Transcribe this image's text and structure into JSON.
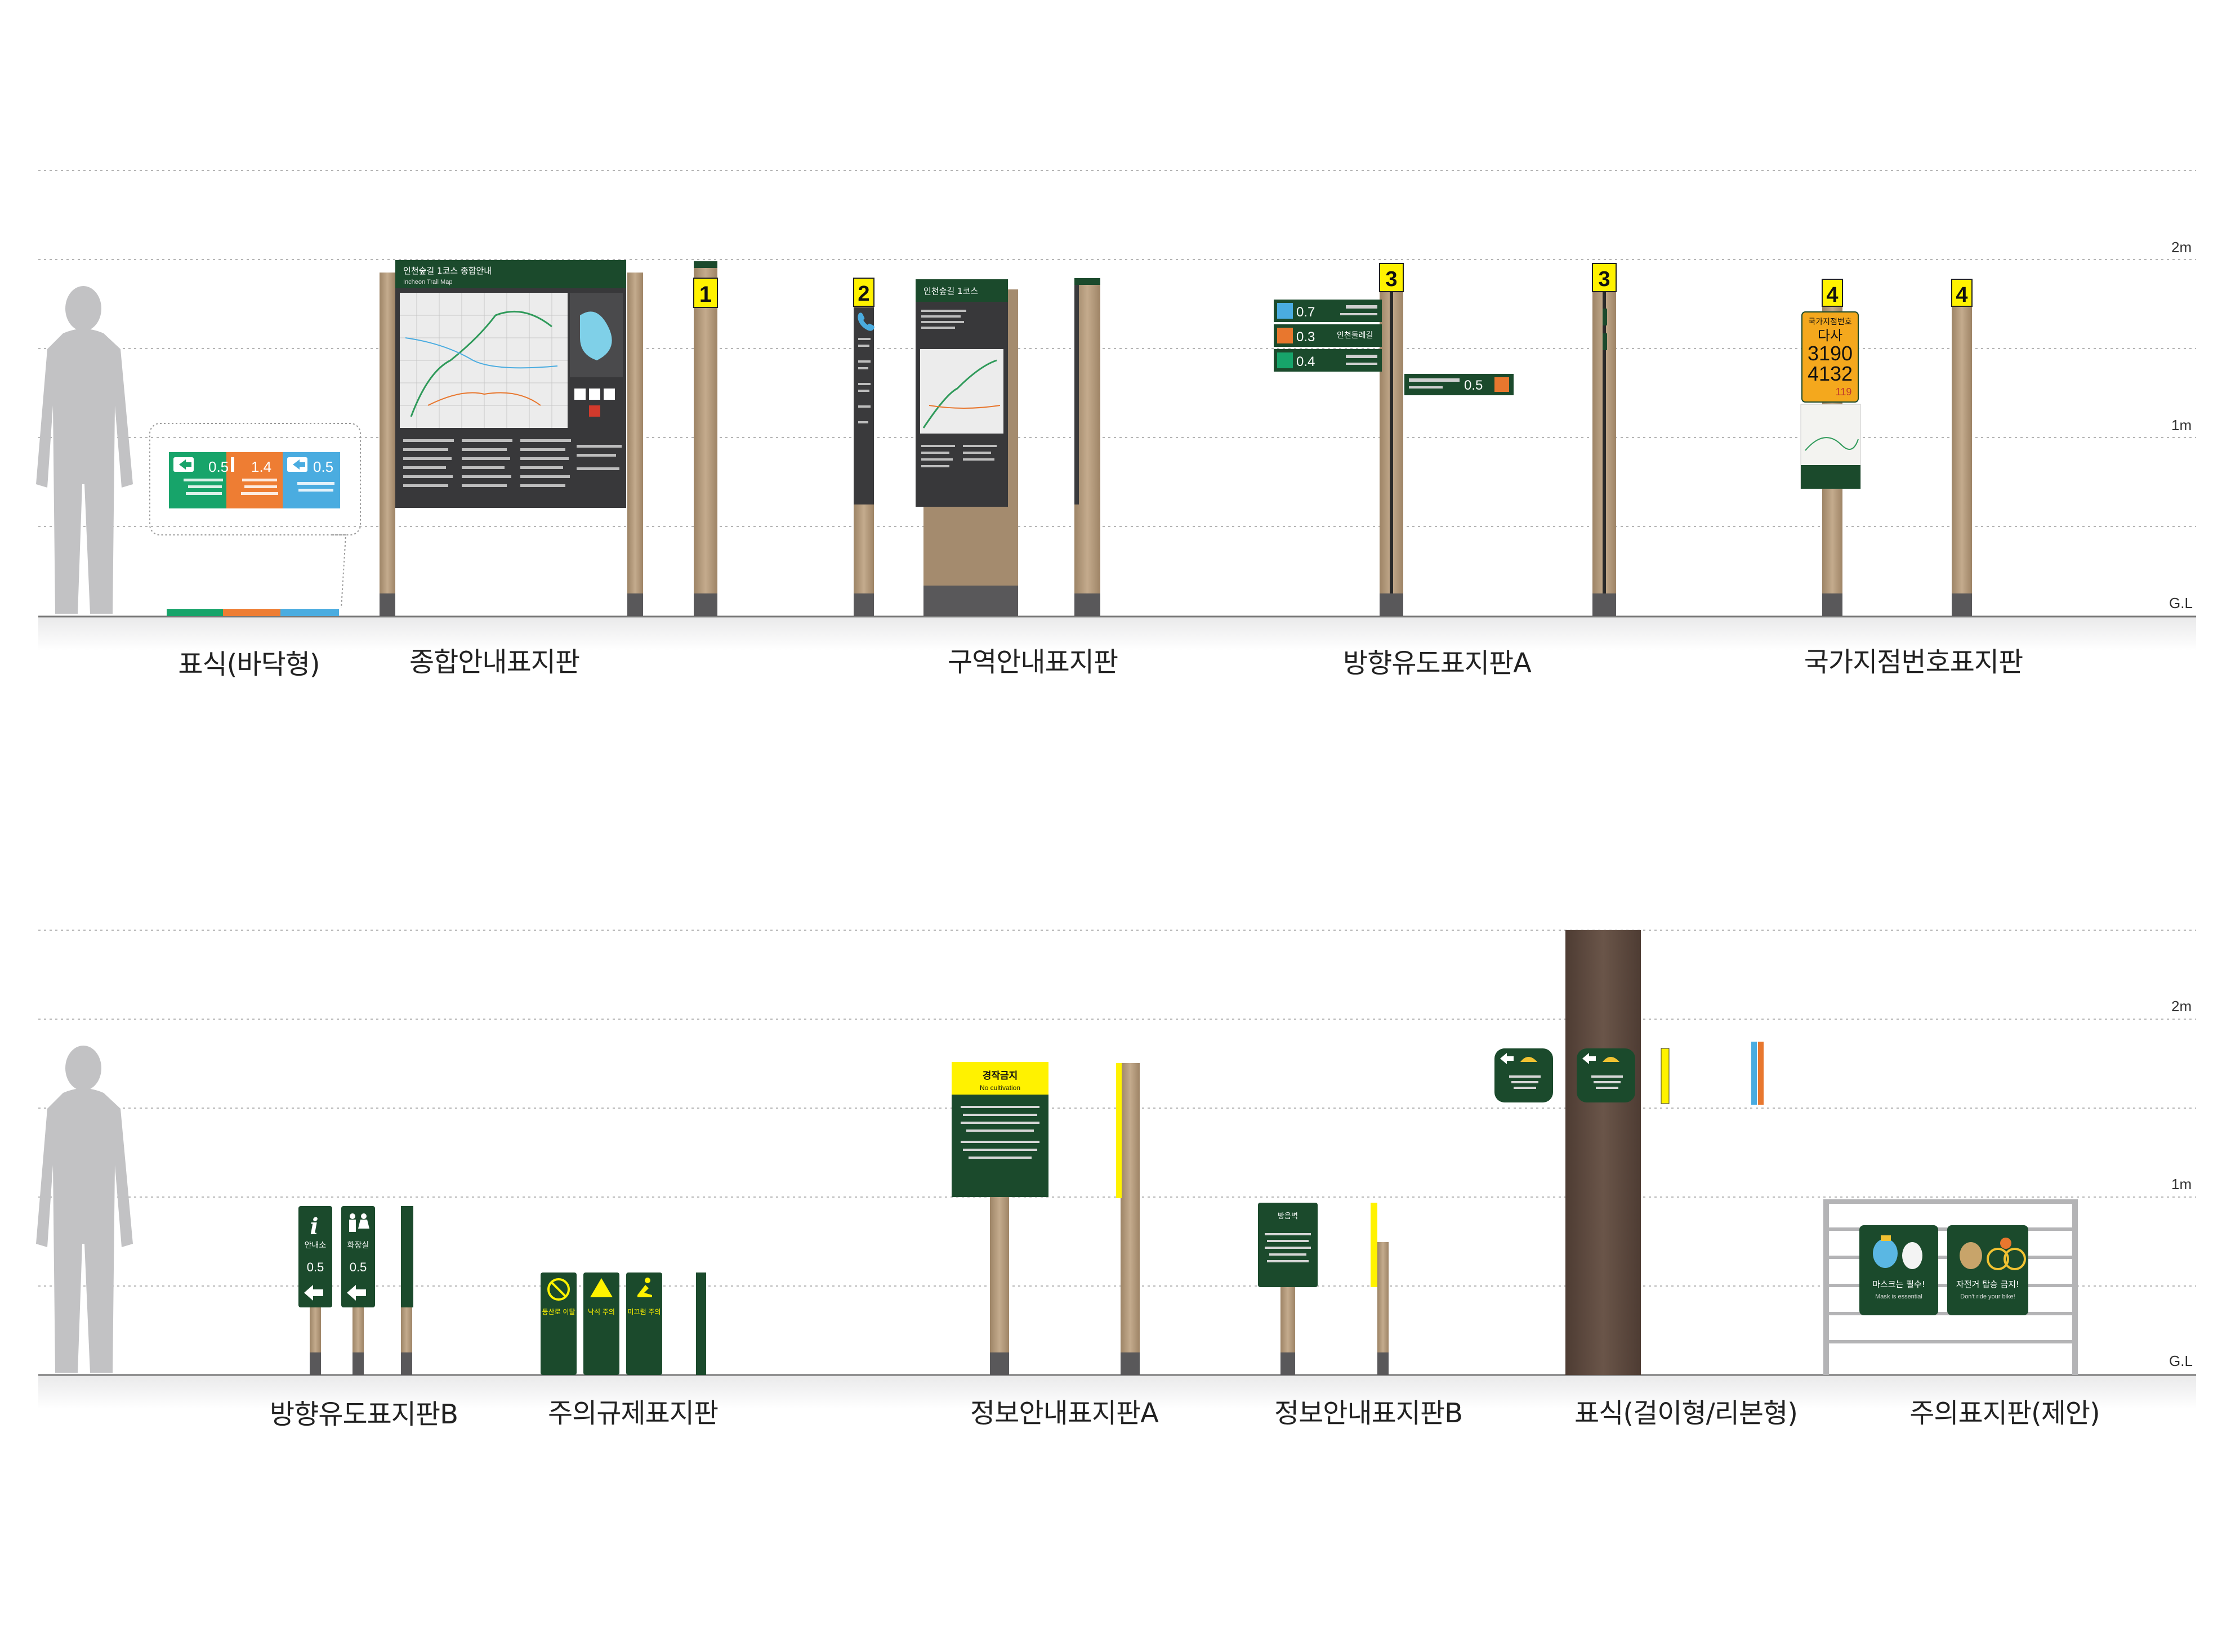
{
  "scale_marks": {
    "two_m": "2m",
    "one_m": "1m",
    "ground": "G.L"
  },
  "row1_labels": {
    "floor_marker": "표식(바닥형)",
    "general_board": "종합안내표지판",
    "zone_board": "구역안내표지판",
    "direction_a": "방향유도표지판A",
    "national_point": "국가지점번호표지판"
  },
  "row2_labels": {
    "direction_b": "방향유도표지판B",
    "caution_reg": "주의규제표지판",
    "info_a": "정보안내표지판A",
    "info_b": "정보안내표지판B",
    "hanging_ribbon": "표식(걸이형/리본형)",
    "caution_proposal": "주의표지판(제안)"
  },
  "sign_numbers": [
    "1",
    "2",
    "3",
    "3",
    "4",
    "4"
  ],
  "floor_marker": {
    "d1": "0.5",
    "d2": "1.4",
    "d3": "0.5"
  },
  "general_board": {
    "title": "인천숲길 1코스 종합안내",
    "subtitle": "Incheon Trail Map"
  },
  "zone_board": {
    "title": "인천숲길 1코스"
  },
  "direction_a": {
    "d1": "0.7",
    "d2": "0.3",
    "d3": "0.4",
    "d4": "0.5",
    "dest1": "인천둘레길"
  },
  "national_point": {
    "header": "국가지점번호",
    "code_a": "다사",
    "code_b": "3190",
    "code_c": "4132",
    "emergency": "119"
  },
  "direction_b": {
    "p1_title": "안내소",
    "p1_dist": "0.5",
    "p2_title": "화장실",
    "p2_dist": "0.5"
  },
  "caution_reg": {
    "c1": "등산로 이탈",
    "c2": "낙석 주의",
    "c3": "미끄럼 주의"
  },
  "info_a": {
    "title": "경작금지",
    "subtitle": "No cultivation"
  },
  "info_b": {
    "title": "방음벽"
  },
  "caution_proposal": {
    "s1_title": "마스크는 필수!",
    "s1_sub": "Mask is essential",
    "s2_title": "자전거 탑승 금지!",
    "s2_sub": "Don't ride your bike!"
  },
  "colors": {
    "dark_green": "#1b4a2c",
    "wood": "#b59a7c",
    "concrete": "#59585a",
    "yellow": "#fff200",
    "floor_green": "#17a46a",
    "floor_orange": "#ee7d33",
    "floor_blue": "#4aace0",
    "orange": "#e8772e",
    "tree": "#5e4a3f"
  }
}
